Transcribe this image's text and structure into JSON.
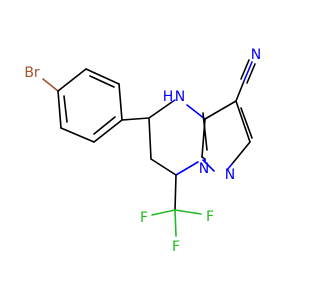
{
  "molecule": {
    "atoms": {
      "br": "Br",
      "nh": "N",
      "nh_h": "H",
      "n_ring": "N",
      "n_pyrazole": "N",
      "n_nitrile": "N",
      "f_left": "F",
      "f_right": "F",
      "f_bottom": "F"
    },
    "colors": {
      "carbon_bond": "#000000",
      "nitrogen": "#0000ff",
      "fluorine": "#22bb22",
      "bromine": "#a0522d"
    }
  }
}
